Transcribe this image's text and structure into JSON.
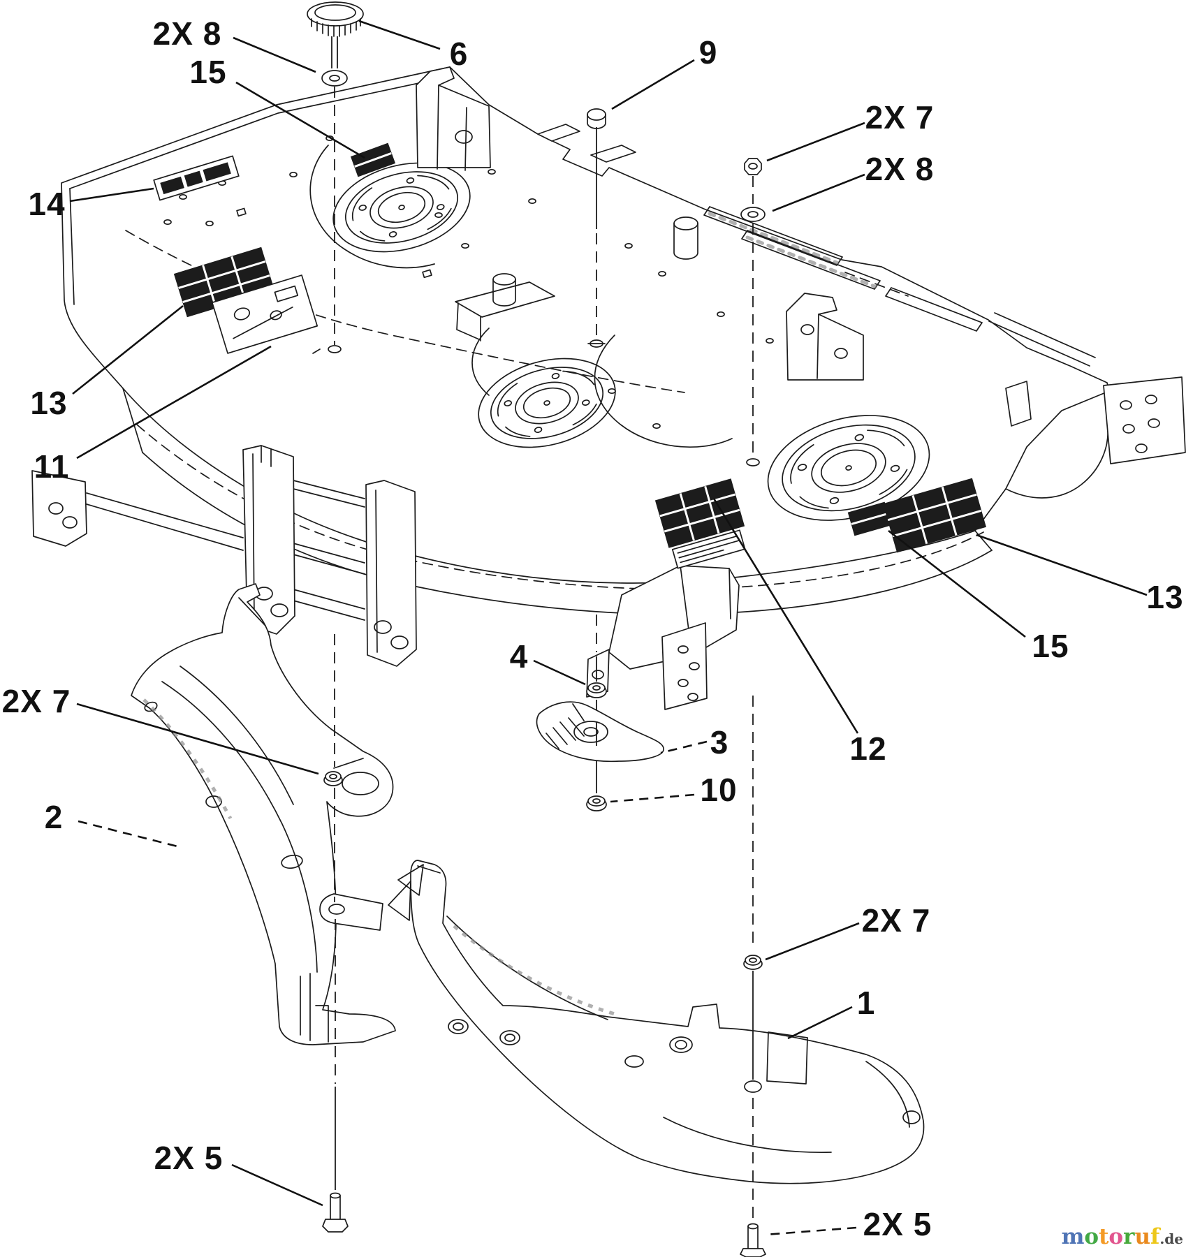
{
  "figure": {
    "background_color": "#ffffff",
    "line_color": "#1c1c1c",
    "type": "exploded-parts-diagram"
  },
  "callouts": {
    "qty8_top_left": {
      "text": "2X 8"
    },
    "p15_top_left": {
      "text": "15"
    },
    "p6": {
      "text": "6"
    },
    "p9": {
      "text": "9"
    },
    "qty7_top_right": {
      "text": "2X 7"
    },
    "qty8_right": {
      "text": "2X 8"
    },
    "p14": {
      "text": "14"
    },
    "p13_left": {
      "text": "13"
    },
    "p11": {
      "text": "11"
    },
    "p13_right": {
      "text": "13"
    },
    "p15_right": {
      "text": "15"
    },
    "p4": {
      "text": "4"
    },
    "p3": {
      "text": "3"
    },
    "p12": {
      "text": "12"
    },
    "qty7_left": {
      "text": "2X 7"
    },
    "p2": {
      "text": "2"
    },
    "p10": {
      "text": "10"
    },
    "qty7_bottom_right": {
      "text": "2X 7"
    },
    "p1": {
      "text": "1"
    },
    "qty5_bottom_left": {
      "text": "2X 5"
    },
    "qty5_bottom_right": {
      "text": "2X 5"
    }
  },
  "logo": {
    "letters": [
      {
        "ch": "m",
        "color": "#4f74b5"
      },
      {
        "ch": "o",
        "color": "#43a945"
      },
      {
        "ch": "t",
        "color": "#f49a26"
      },
      {
        "ch": "o",
        "color": "#e2568f"
      },
      {
        "ch": "r",
        "color": "#47a93b"
      },
      {
        "ch": "u",
        "color": "#e98a1f"
      },
      {
        "ch": "f",
        "color": "#edc719"
      }
    ],
    "suffix": ".de",
    "suffix_color": "#4a4a4a"
  }
}
